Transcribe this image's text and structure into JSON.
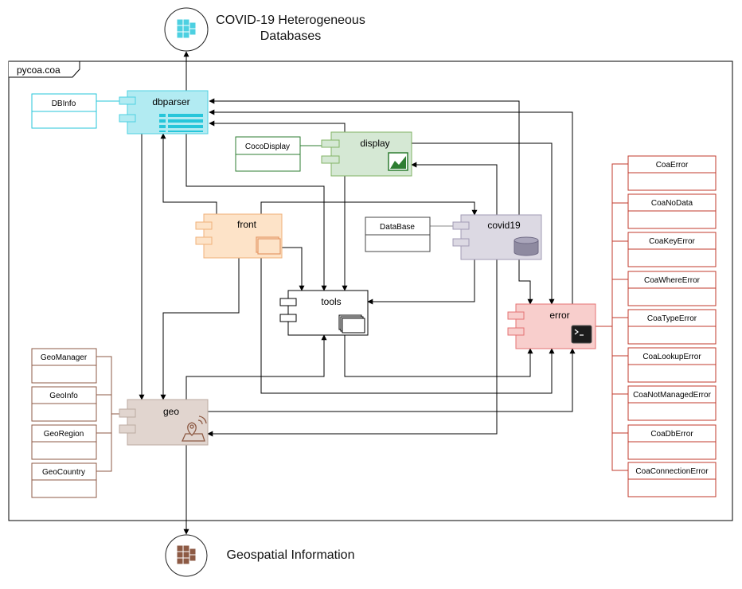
{
  "top_db": {
    "title_line1": "COVID-19 Heterogeneous",
    "title_line2": "Databases"
  },
  "bottom_geo": {
    "title": "Geospatial Information"
  },
  "package": {
    "name": "pycoa.coa"
  },
  "components": {
    "dbparser": "dbparser",
    "display": "display",
    "front": "front",
    "covid19": "covid19",
    "tools": "tools",
    "error": "error",
    "geo": "geo"
  },
  "classes": {
    "dbinfo": "DBInfo",
    "cocodisplay": "CocoDisplay",
    "database": "DataBase",
    "geo": [
      "GeoManager",
      "GeoInfo",
      "GeoRegion",
      "GeoCountry"
    ],
    "errors": [
      "CoaError",
      "CoaNoData",
      "CoaKeyError",
      "CoaWhereError",
      "CoaTypeError",
      "CoaLookupError",
      "CoaNotManagedError",
      "CoaDbError",
      "CoaConnectionError"
    ]
  },
  "colors": {
    "dbparser": "#b1ddf0",
    "display": "#d5e8d4",
    "front": "#ffe6cc",
    "covid19": "#dcd9e3",
    "error": "#f8cecc",
    "geo": "#e1d5cf",
    "error_line": "#c0392b",
    "geo_line": "#8d5a44",
    "dbinfo_line": "#26c6da",
    "display_line": "#2e7d32"
  }
}
